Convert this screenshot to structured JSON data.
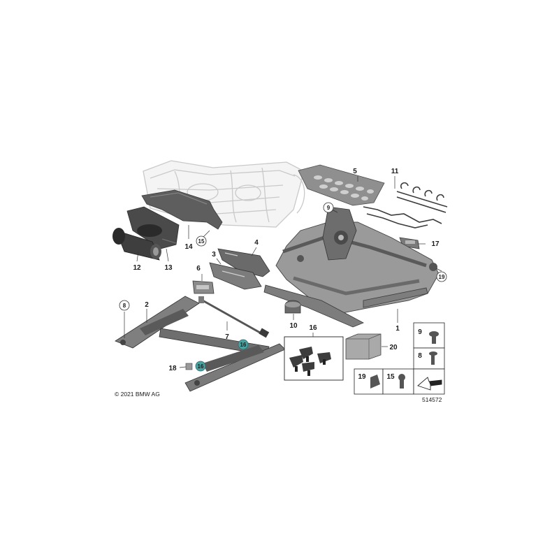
{
  "diagram": {
    "copyright": "© 2021 BMW AG",
    "image_number": "514572",
    "parts": [
      {
        "id": "p1",
        "label": "1"
      },
      {
        "id": "p2",
        "label": "2"
      },
      {
        "id": "p3",
        "label": "3"
      },
      {
        "id": "p4",
        "label": "4"
      },
      {
        "id": "p5",
        "label": "5"
      },
      {
        "id": "p6",
        "label": "6"
      },
      {
        "id": "p7",
        "label": "7"
      },
      {
        "id": "p8a",
        "label": "8"
      },
      {
        "id": "p8b",
        "label": "8"
      },
      {
        "id": "p9a",
        "label": "9"
      },
      {
        "id": "p9b",
        "label": "9"
      },
      {
        "id": "p10",
        "label": "10"
      },
      {
        "id": "p11",
        "label": "11"
      },
      {
        "id": "p12",
        "label": "12"
      },
      {
        "id": "p13",
        "label": "13"
      },
      {
        "id": "p14",
        "label": "14"
      },
      {
        "id": "p15a",
        "label": "15"
      },
      {
        "id": "p15b",
        "label": "15"
      },
      {
        "id": "p16a",
        "label": "16"
      },
      {
        "id": "p16b",
        "label": "16"
      },
      {
        "id": "p16c",
        "label": "16"
      },
      {
        "id": "p17",
        "label": "17"
      },
      {
        "id": "p18",
        "label": "18"
      },
      {
        "id": "p19a",
        "label": "19"
      },
      {
        "id": "p19b",
        "label": "19"
      },
      {
        "id": "p20",
        "label": "20"
      }
    ]
  }
}
